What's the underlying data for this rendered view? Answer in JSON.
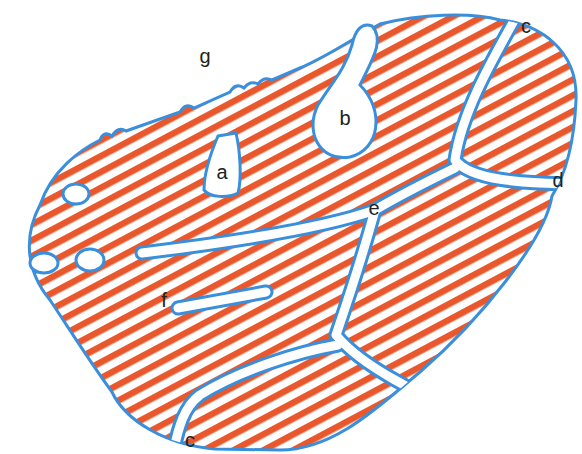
{
  "diagram": {
    "labels": [
      "g",
      "b",
      "c",
      "a",
      "d",
      "e",
      "f",
      "c"
    ]
  }
}
